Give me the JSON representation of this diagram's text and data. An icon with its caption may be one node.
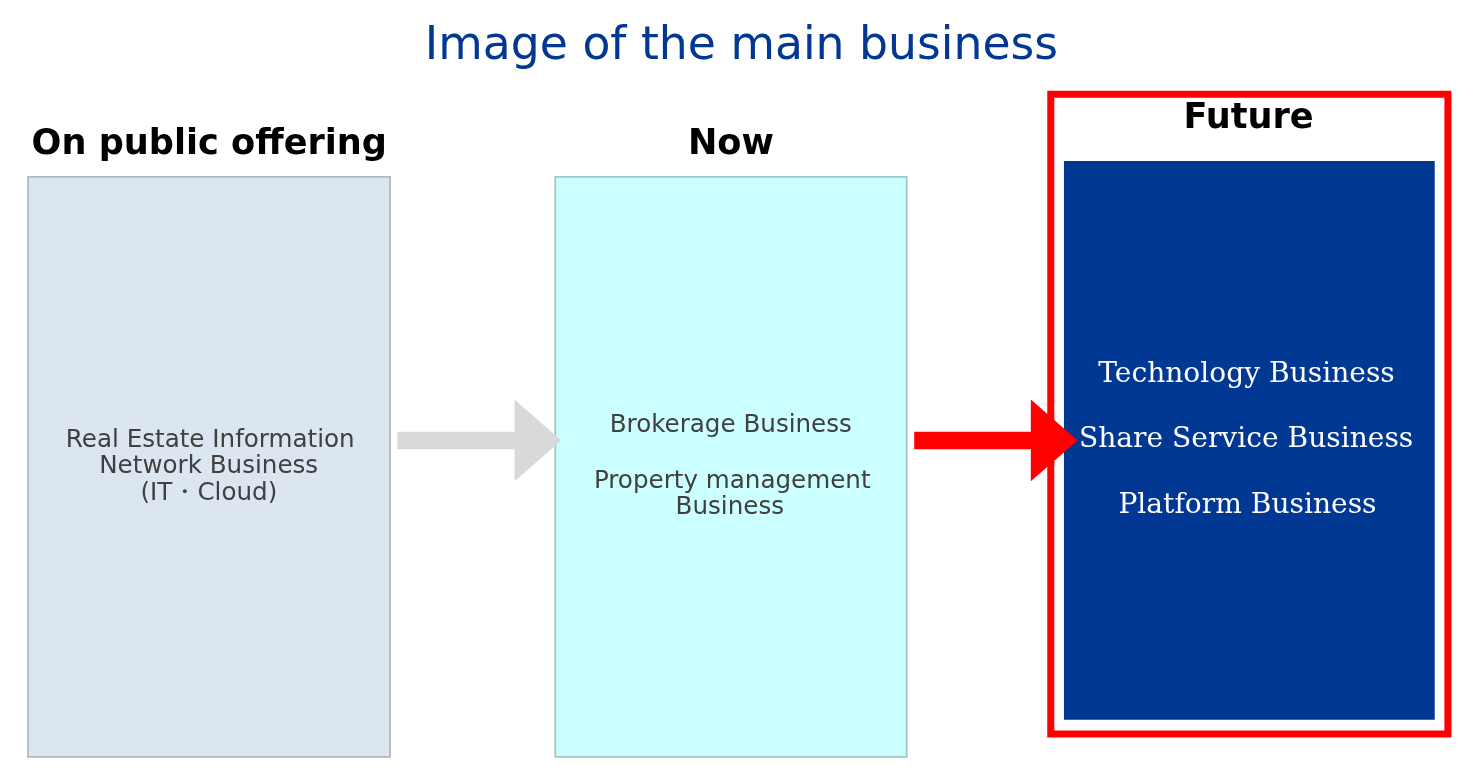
{
  "diagram": {
    "title": "Image of the main business",
    "nodes": [
      {
        "text": [
          "On public offering",
          "Real Estate Information Network Business (IT・Cloud)"
        ]
      },
      {
        "text": [
          "Now",
          "Brokerage Business",
          "Property management Business"
        ]
      },
      {
        "text": [
          "Future"
        ]
      },
      {
        "text": [
          "Technology Business",
          "Share Service Business",
          "Platform Business"
        ],
        "in": 2
      }
    ],
    "edges": [
      {
        "from": 0,
        "to": 1,
        "arrow": "to",
        "color": "#d9d9d9"
      },
      {
        "from": 1,
        "to": 3,
        "arrow": "to",
        "color": "#ff0000"
      }
    ]
  }
}
